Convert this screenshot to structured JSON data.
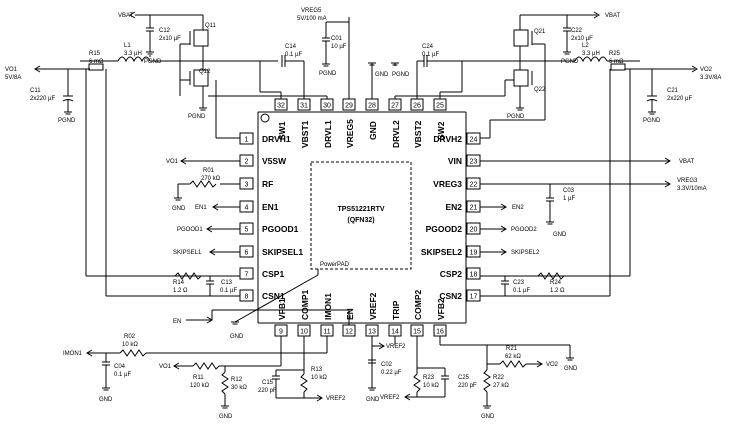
{
  "chip": {
    "name": "TPS51221RTV",
    "package": "(QFN32)",
    "pad": "PowerPAD"
  },
  "pins": {
    "p1": {
      "num": "1",
      "name": "DRVH1"
    },
    "p2": {
      "num": "2",
      "name": "V5SW"
    },
    "p3": {
      "num": "3",
      "name": "RF"
    },
    "p4": {
      "num": "4",
      "name": "EN1"
    },
    "p5": {
      "num": "5",
      "name": "PGOOD1"
    },
    "p6": {
      "num": "6",
      "name": "SKIPSEL1"
    },
    "p7": {
      "num": "7",
      "name": "CSP1"
    },
    "p8": {
      "num": "8",
      "name": "CSN1"
    },
    "p9": {
      "num": "9",
      "name": "VFB1"
    },
    "p10": {
      "num": "10",
      "name": "COMP1"
    },
    "p11": {
      "num": "11",
      "name": "IMON1"
    },
    "p12": {
      "num": "12",
      "name": "EN"
    },
    "p13": {
      "num": "13",
      "name": "VREF2"
    },
    "p14": {
      "num": "14",
      "name": "TRIP"
    },
    "p15": {
      "num": "15",
      "name": "COMP2"
    },
    "p16": {
      "num": "16",
      "name": "VFB2"
    },
    "p17": {
      "num": "17",
      "name": "CSN2"
    },
    "p18": {
      "num": "18",
      "name": "CSP2"
    },
    "p19": {
      "num": "19",
      "name": "SKIPSEL2"
    },
    "p20": {
      "num": "20",
      "name": "PGOOD2"
    },
    "p21": {
      "num": "21",
      "name": "EN2"
    },
    "p22": {
      "num": "22",
      "name": "VREG3"
    },
    "p23": {
      "num": "23",
      "name": "VIN"
    },
    "p24": {
      "num": "24",
      "name": "DRVH2"
    },
    "p25": {
      "num": "25",
      "name": "SW2"
    },
    "p26": {
      "num": "26",
      "name": "VBST2"
    },
    "p27": {
      "num": "27",
      "name": "DRVL2"
    },
    "p28": {
      "num": "28",
      "name": "GND"
    },
    "p29": {
      "num": "29",
      "name": "VREG5"
    },
    "p30": {
      "num": "30",
      "name": "DRVL1"
    },
    "p31": {
      "num": "31",
      "name": "VBST1"
    },
    "p32": {
      "num": "32",
      "name": "SW1"
    }
  },
  "nets": {
    "vbat": "VBAT",
    "pgnd": "PGND",
    "gnd": "GND",
    "vreg5": "VREG5",
    "vreg5_spec": "5V/100 mA",
    "vo1": "VO1",
    "vo1_spec": "5V/8A",
    "vo2": "VO2",
    "vo2_spec": "3.3V/8A",
    "vreg3": "VREG3",
    "vreg3_spec": "3.3V/10mA",
    "vref2": "VREF2",
    "en": "EN",
    "en1": "EN1",
    "en2": "EN2",
    "pgood1": "PGOOD1",
    "pgood2": "PGOOD2",
    "skipsel1": "SKIPSEL1",
    "skipsel2": "SKIPSEL2",
    "imon1": "IMON1"
  },
  "components": {
    "q11": "Q11",
    "q12": "Q12",
    "q21": "Q21",
    "q22": "Q22",
    "c12": "C12",
    "c12v": "2x10 µF",
    "c22": "C22",
    "c22v": "2x10 µF",
    "c14": "C14",
    "c14v": "0.1 µF",
    "c24": "C24",
    "c24v": "0.1 µF",
    "c01": "C01",
    "c01v": "10 µF",
    "l1": "L1",
    "l1v": "3.3 µH",
    "l2": "L2",
    "l2v": "3.3 µH",
    "r15": "R15",
    "r15v": "6 mΩ",
    "r25": "R25",
    "r25v": "6 mΩ",
    "c11": "C11",
    "c11v": "2x220 µF",
    "c21": "C21",
    "c21v": "2x220 µF",
    "r01": "R01",
    "r01v": "270 kΩ",
    "c03": "C03",
    "c03v": "1 µF",
    "r14": "R14",
    "r14v": "1.2 Ω",
    "c13": "C13",
    "c13v": "0.1 µF",
    "r24": "R24",
    "r24v": "1.2 Ω",
    "c23": "C23",
    "c23v": "0.1 µF",
    "r02": "R02",
    "r02v": "10 kΩ",
    "c04": "C04",
    "c04v": "0.1 µF",
    "r11": "R11",
    "r11v": "120 kΩ",
    "r12": "R12",
    "r12v": "30 kΩ",
    "c15": "C15",
    "c15v": "220 pF",
    "r13": "R13",
    "r13v": "10 kΩ",
    "c02": "C02",
    "c02v": "0.22 µF",
    "r23": "R23",
    "r23v": "10 kΩ",
    "c25": "C25",
    "c25v": "220 pF",
    "r21": "R21",
    "r21v": "62 kΩ",
    "r22": "R22",
    "r22v": "27 kΩ"
  }
}
